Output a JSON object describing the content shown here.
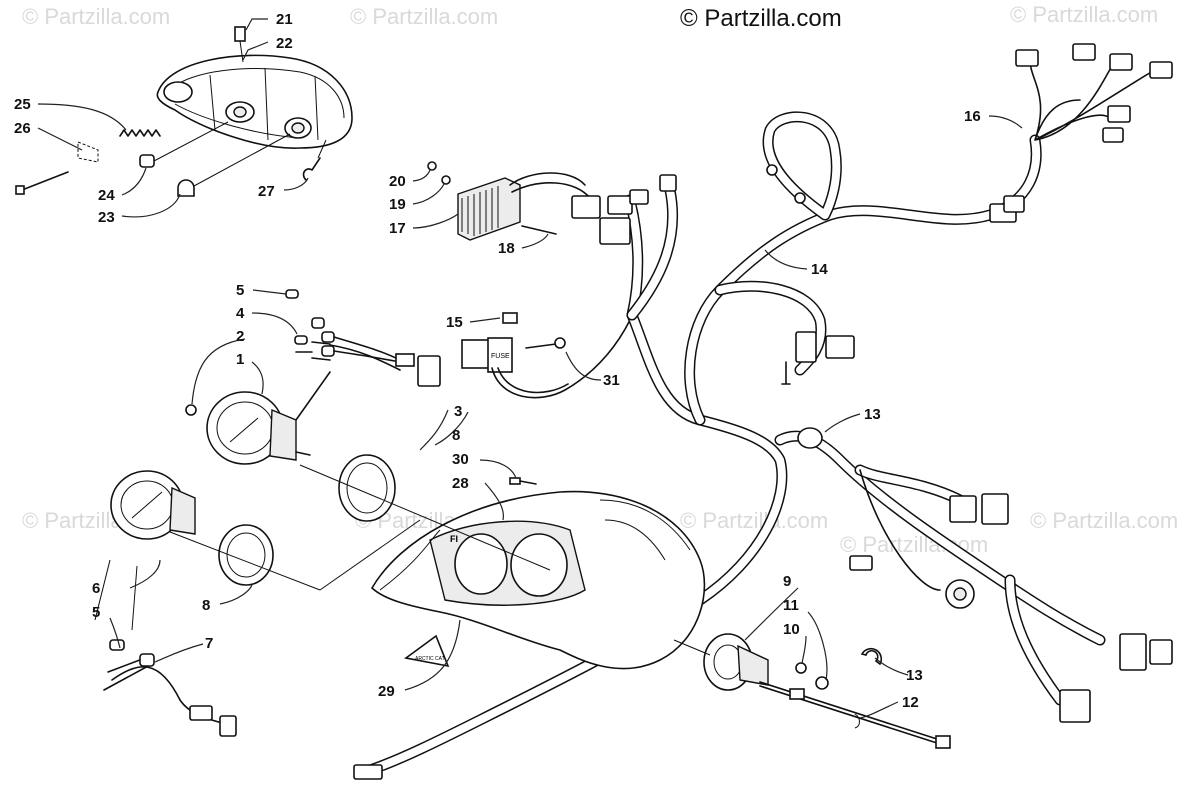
{
  "brand": "© Partzilla.com",
  "watermarks": [
    "© Partzilla.com",
    "© Partzilla.com",
    "© Partzilla.com",
    "© Partzilla.com",
    "© Partzilla.com",
    "© Partzilla.com",
    "© Partzilla.com",
    "© Partzilla.com"
  ],
  "callouts": {
    "c1": "1",
    "c2": "2",
    "c3": "3",
    "c4": "4",
    "c5a": "5",
    "c5b": "5",
    "c6": "6",
    "c7": "7",
    "c8a": "8",
    "c8b": "8",
    "c9": "9",
    "c10": "10",
    "c11": "11",
    "c12": "12",
    "c13a": "13",
    "c13b": "13",
    "c14": "14",
    "c15": "15",
    "c16": "16",
    "c17": "17",
    "c18": "18",
    "c19": "19",
    "c20": "20",
    "c21": "21",
    "c22": "22",
    "c23": "23",
    "c24": "24",
    "c25": "25",
    "c26": "26",
    "c27": "27",
    "c28": "28",
    "c29": "29",
    "c30": "30",
    "c31": "31"
  },
  "labels": {
    "fuse": "FUSE",
    "decal": "ARCTIC CAT",
    "console_badge": "FI"
  }
}
